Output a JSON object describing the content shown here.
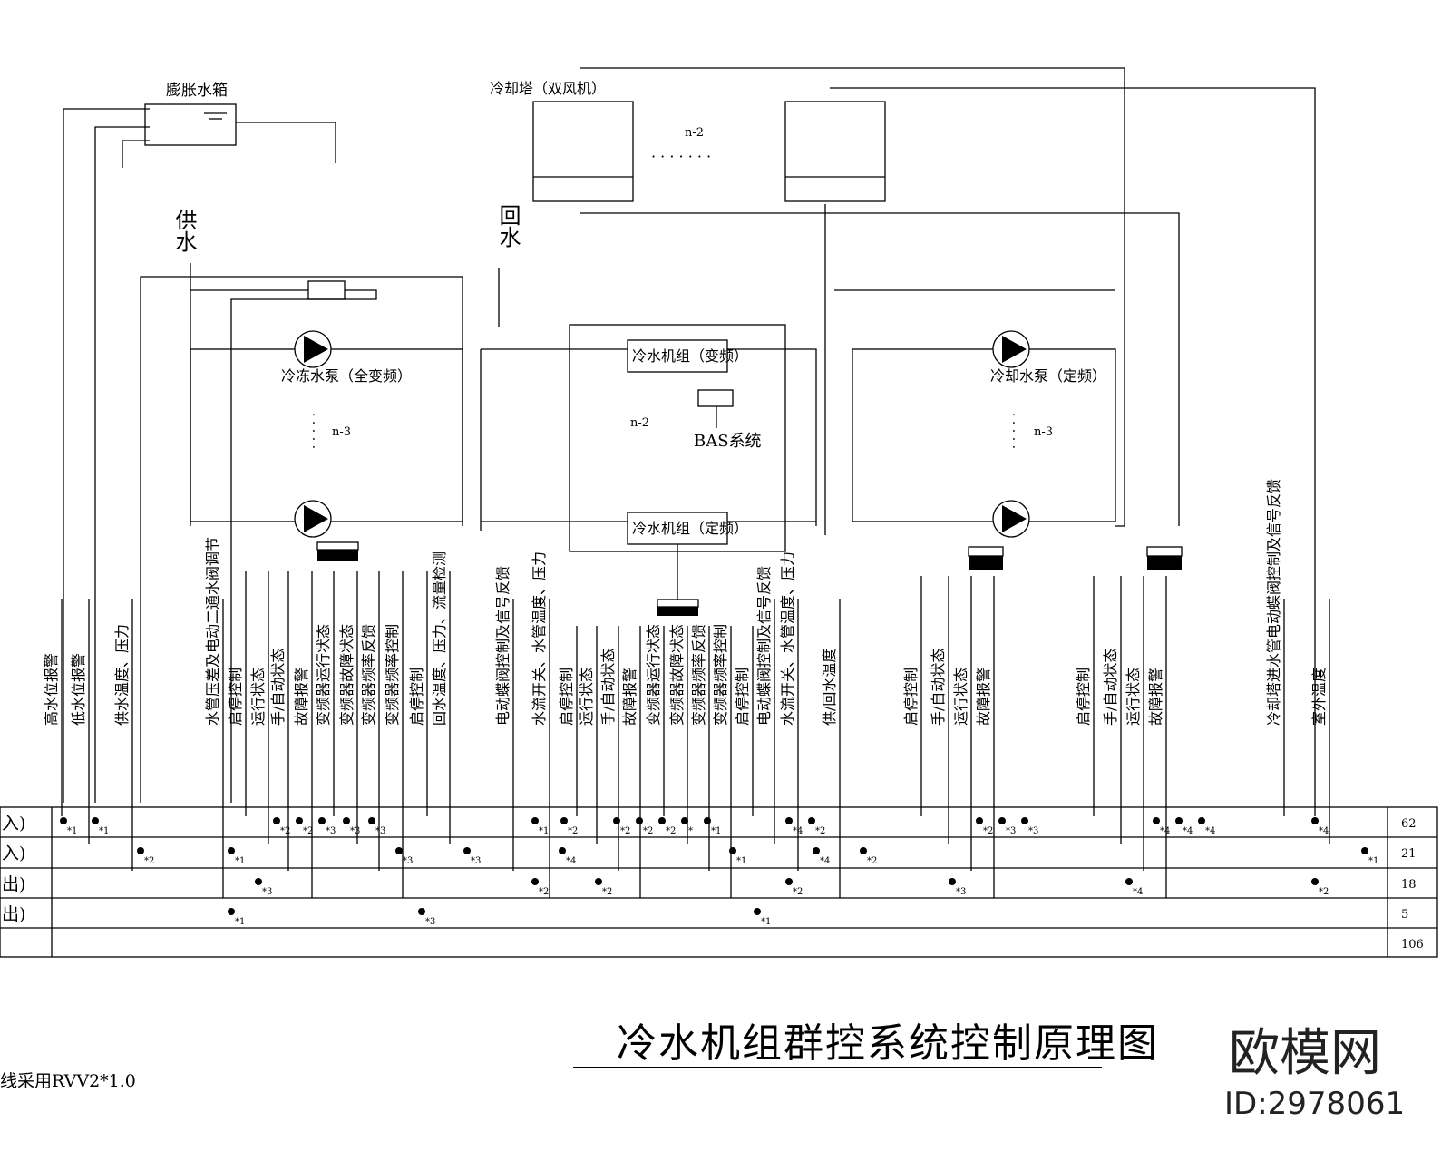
{
  "equipment": {
    "expansion_tank": "膨胀水箱",
    "cooling_tower": "冷却塔（双风机）",
    "tower_count": "n-2",
    "supply": "供水",
    "return": "回水",
    "chilled_pump": "冷冻水泵（全变频）",
    "chilled_pump_count": "n-3",
    "chiller_vf": "冷水机组（变频）",
    "chiller_ff": "冷水机组（定频）",
    "chiller_count": "n-2",
    "bas": "BAS系统",
    "cooling_pump": "冷却水泵（定频）",
    "cooling_pump_count": "n-3"
  },
  "signals": [
    "高水位报警",
    "低水位报警",
    "供水温度、压力",
    "水管压差及电动二通水阀调节",
    "启停控制",
    "运行状态",
    "手/自动状态",
    "故障报警",
    "变频器运行状态",
    "变频器故障状态",
    "变频器频率反馈",
    "变频器频率控制",
    "启停控制",
    "回水温度、压力、流量检测",
    "电动蝶阀控制及信号反馈",
    "水流开关、水管温度、压力",
    "启停控制",
    "运行状态",
    "手/自动状态",
    "故障报警",
    "变频器运行状态",
    "变频器故障状态",
    "变频器频率反馈",
    "变频器频率控制",
    "启停控制",
    "电动蝶阀控制及信号反馈",
    "水流开关、水管温度、压力",
    "供/回水温度",
    "启停控制",
    "手/自动状态",
    "运行状态",
    "故障报警",
    "启停控制",
    "手/自动状态",
    "运行状态",
    "故障报警",
    "冷却塔进水管电动蝶阀控制及信号反馈",
    "室外温度"
  ],
  "table": {
    "rows": [
      {
        "label": "入)",
        "count": "62"
      },
      {
        "label": "入)",
        "count": "21"
      },
      {
        "label": "出)",
        "count": "18"
      },
      {
        "label": "出)",
        "count": "5"
      },
      {
        "label": "",
        "count": "106"
      }
    ],
    "dots": [
      [
        "*1",
        "*1",
        "*2",
        "*2",
        "*3",
        "*3",
        "*3",
        "*1",
        "*2",
        "*2",
        "*2",
        "*2",
        "*",
        "*1",
        "*4",
        "*2",
        "*2",
        "*3",
        "*3",
        "*4",
        "*4",
        "*4",
        "*4"
      ],
      [
        "*2",
        "*1",
        "*3",
        "*3",
        "*4",
        "*1",
        "*4",
        "*2",
        "*1"
      ],
      [
        "*3",
        "*2",
        "*2",
        "*2",
        "*3",
        "*4",
        "*2"
      ],
      [
        "*1",
        "*3",
        "*1"
      ]
    ]
  },
  "title": "冷水机组群控系统控制原理图",
  "notes": [
    "线采用RVV2*1.0"
  ],
  "watermark": {
    "brand": "欧模网",
    "id": "ID:2978061"
  }
}
